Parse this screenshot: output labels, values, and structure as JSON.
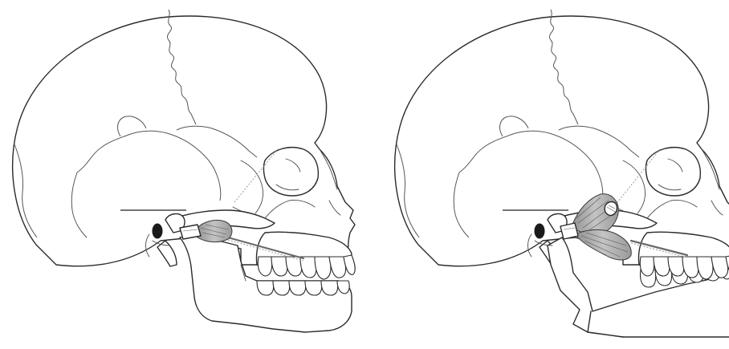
{
  "figure": {
    "panels": [
      {
        "id": "left",
        "state": "jaw-closed",
        "muscle_state": "relaxed"
      },
      {
        "id": "right",
        "state": "jaw-open",
        "muscle_state": "contracted"
      }
    ]
  },
  "colors": {
    "line": "#2b2b2b",
    "muscle_fill": "#b8b8b8",
    "tendon": "#6a6a6a",
    "background": "#ffffff"
  }
}
